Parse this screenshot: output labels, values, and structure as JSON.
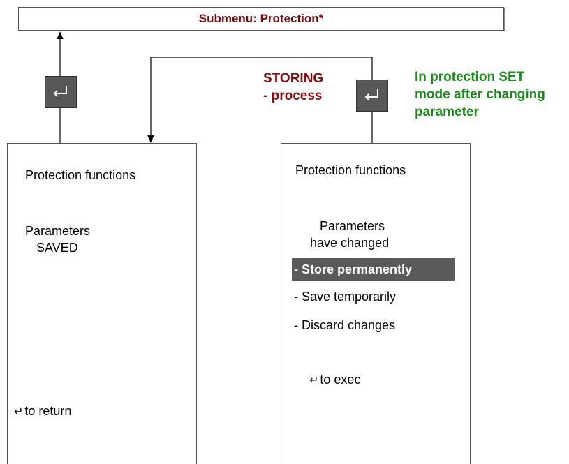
{
  "header": {
    "title": "Submenu: Protection*"
  },
  "storing_note": {
    "line1": "STORING",
    "line2": "- process"
  },
  "set_mode_note": {
    "line1": "In protection SET",
    "line2": "mode after changing",
    "line3": "parameter"
  },
  "left_panel": {
    "heading": "Protection functions",
    "status_line1": "Parameters",
    "status_line2": "SAVED",
    "footer_glyph": "↵",
    "footer_text": "to return"
  },
  "right_panel": {
    "heading": "Protection functions",
    "status_line1": "Parameters",
    "status_line2": "have changed",
    "options": [
      "- Store permanently",
      "- Save temporarily",
      "- Discard changes"
    ],
    "selected_index": 0,
    "footer_glyph": "↵",
    "footer_text": "to exec"
  },
  "colors": {
    "title": "#7a0a0a",
    "storing": "#8b0e0e",
    "set_mode": "#1a8a1a",
    "button": "#585858",
    "highlight": "#5a5a5a"
  },
  "icons": {
    "enter_key": "enter-return-icon"
  }
}
